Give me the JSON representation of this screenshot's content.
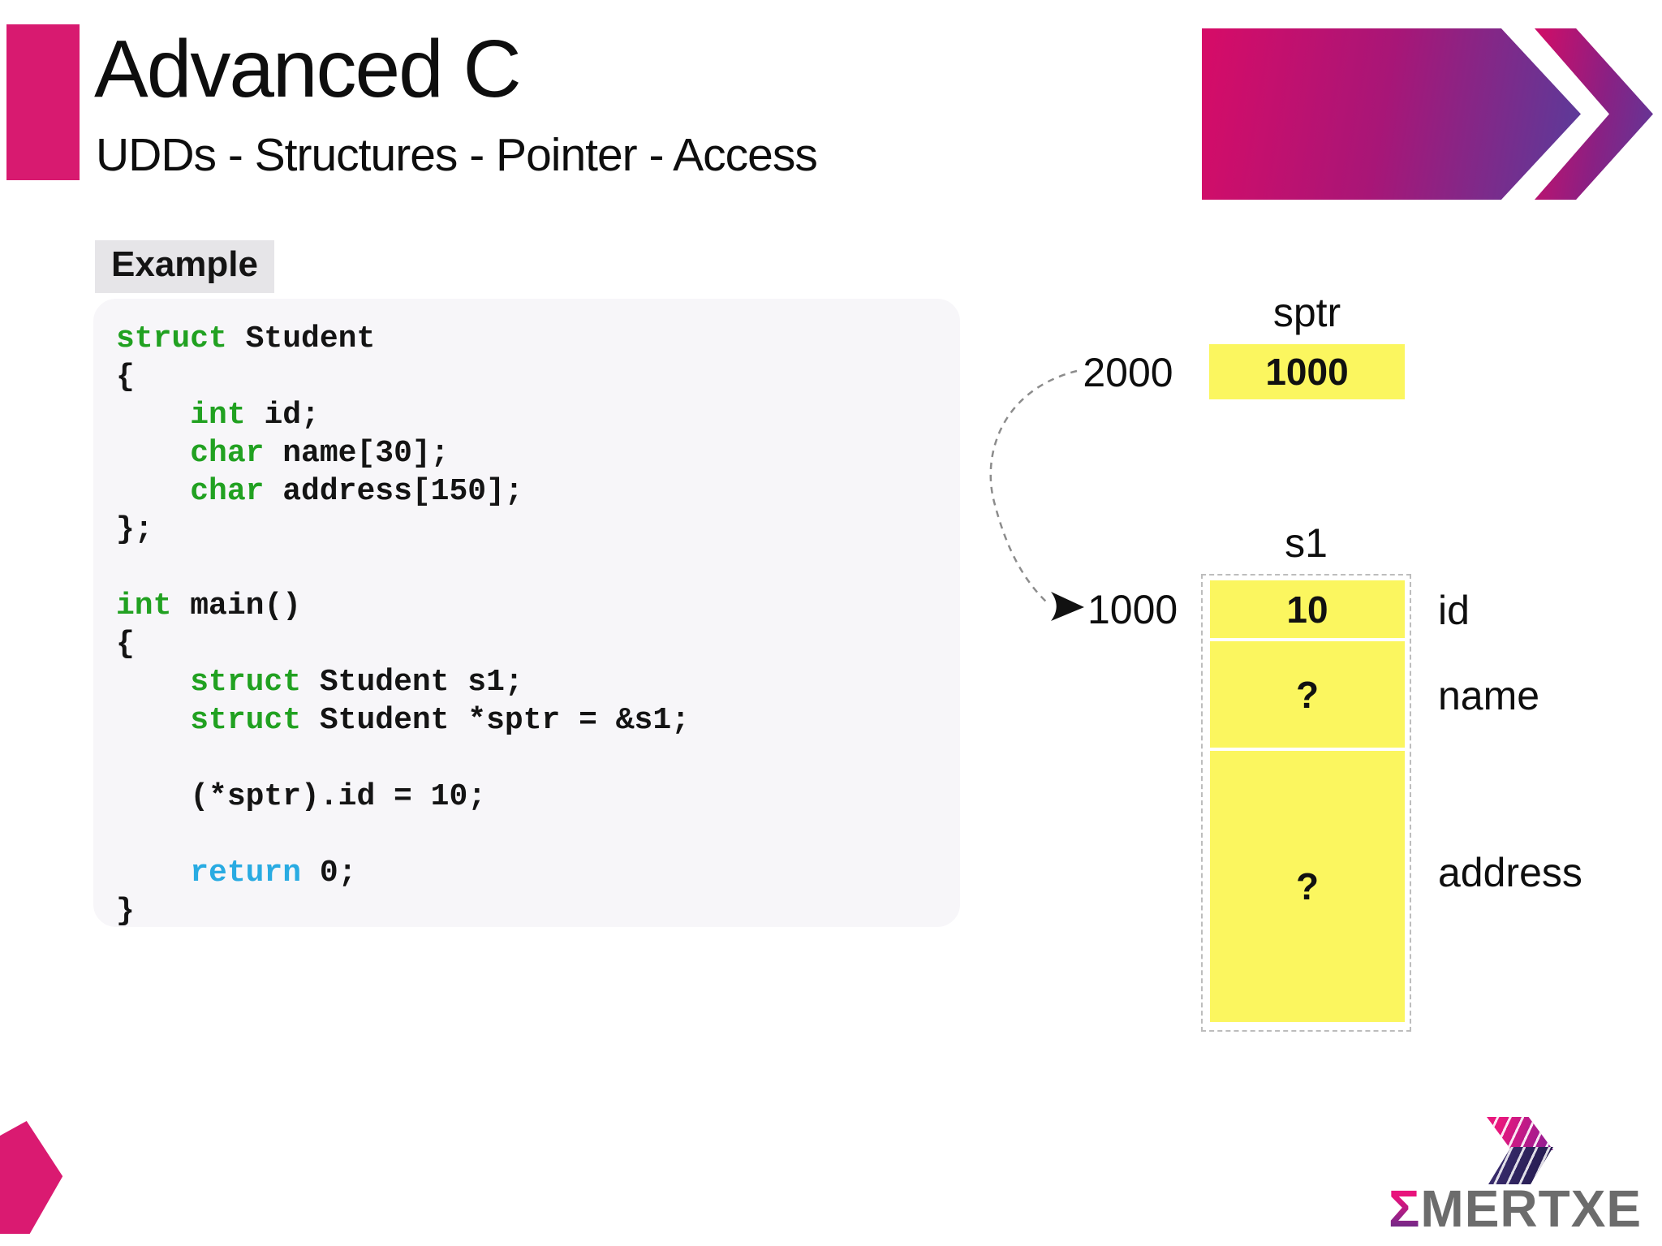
{
  "header": {
    "title": "Advanced C",
    "subtitle": "UDDs - Structures - Pointer - Access"
  },
  "example_label": "Example",
  "code": {
    "lines": [
      [
        {
          "c": "kw",
          "t": "struct"
        },
        {
          "c": "pl",
          "t": " Student"
        }
      ],
      [
        {
          "c": "pl",
          "t": "{"
        }
      ],
      [
        {
          "c": "pl",
          "t": "    "
        },
        {
          "c": "kw",
          "t": "int"
        },
        {
          "c": "pl",
          "t": " id;"
        }
      ],
      [
        {
          "c": "pl",
          "t": "    "
        },
        {
          "c": "kw",
          "t": "char"
        },
        {
          "c": "pl",
          "t": " name[30];"
        }
      ],
      [
        {
          "c": "pl",
          "t": "    "
        },
        {
          "c": "kw",
          "t": "char"
        },
        {
          "c": "pl",
          "t": " address[150];"
        }
      ],
      [
        {
          "c": "pl",
          "t": "};"
        }
      ],
      [],
      [
        {
          "c": "kw",
          "t": "int"
        },
        {
          "c": "pl",
          "t": " main()"
        }
      ],
      [
        {
          "c": "pl",
          "t": "{"
        }
      ],
      [
        {
          "c": "pl",
          "t": "    "
        },
        {
          "c": "kw",
          "t": "struct"
        },
        {
          "c": "pl",
          "t": " Student s1;"
        }
      ],
      [
        {
          "c": "pl",
          "t": "    "
        },
        {
          "c": "kw",
          "t": "struct"
        },
        {
          "c": "pl",
          "t": " Student *sptr = &s1;"
        }
      ],
      [],
      [
        {
          "c": "pl",
          "t": "    (*sptr).id = 10;"
        }
      ],
      [],
      [
        {
          "c": "pl",
          "t": "    "
        },
        {
          "c": "ret",
          "t": "return"
        },
        {
          "c": "pl",
          "t": " 0;"
        }
      ],
      [
        {
          "c": "pl",
          "t": "}"
        }
      ]
    ]
  },
  "diagram": {
    "sptr": {
      "label": "sptr",
      "value": "1000",
      "address_label": "2000"
    },
    "s1": {
      "label": "s1",
      "address_label": "1000",
      "fields": [
        {
          "name": "id",
          "value": "10"
        },
        {
          "name": "name",
          "value": "?"
        },
        {
          "name": "address",
          "value": "?"
        }
      ]
    }
  },
  "footer": {
    "logo_sigma": "Σ",
    "logo_text": "MERTXE"
  },
  "colors": {
    "accent_pink": "#D81A70",
    "gradient_start": "#D50C68",
    "gradient_end": "#5C3A99",
    "memory_yellow": "#FBF65F",
    "keyword_green": "#21A121",
    "return_cyan": "#29ABE2",
    "code_background": "#F7F6F9",
    "example_background": "#E6E5E8",
    "logo_gray": "#6C6C6C"
  }
}
